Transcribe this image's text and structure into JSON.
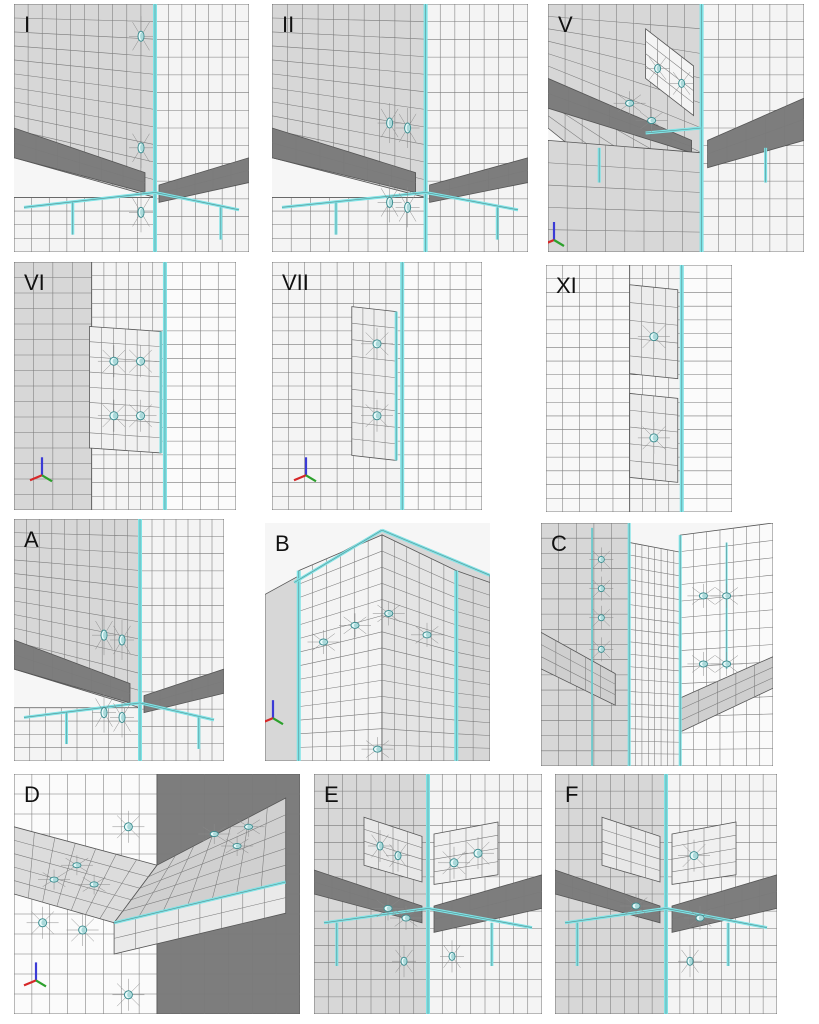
{
  "figure": {
    "panels": [
      {
        "label": "I",
        "scene": "corner-bracket",
        "holes": "single"
      },
      {
        "label": "II",
        "scene": "corner-bracket",
        "holes": "pair"
      },
      {
        "label": "V",
        "scene": "stiffener-angle",
        "holes": "pair"
      },
      {
        "label": "VI",
        "scene": "plate-4",
        "holes": "four"
      },
      {
        "label": "VII",
        "scene": "plate-2",
        "holes": "two"
      },
      {
        "label": "XI",
        "scene": "split-plate",
        "holes": "two"
      },
      {
        "label": "A",
        "scene": "corner-bracket",
        "holes": "pair"
      },
      {
        "label": "B",
        "scene": "angle-corner",
        "holes": "row"
      },
      {
        "label": "C",
        "scene": "curved-corner",
        "holes": "many"
      },
      {
        "label": "D",
        "scene": "plate-junction",
        "holes": "many"
      },
      {
        "label": "E",
        "scene": "cross-junction",
        "holes": "pair"
      },
      {
        "label": "F",
        "scene": "cross-junction",
        "holes": "single"
      }
    ],
    "colors": {
      "mesh_line": "#7a7a7a",
      "surface_light": "#f4f4f4",
      "surface_mid": "#d7d7d7",
      "surface_dark": "#7d7d7d",
      "edge_accent": "#7fe3e6",
      "axis_x": "#d62728",
      "axis_y": "#2ca02c",
      "axis_z": "#3b3bd6"
    }
  }
}
